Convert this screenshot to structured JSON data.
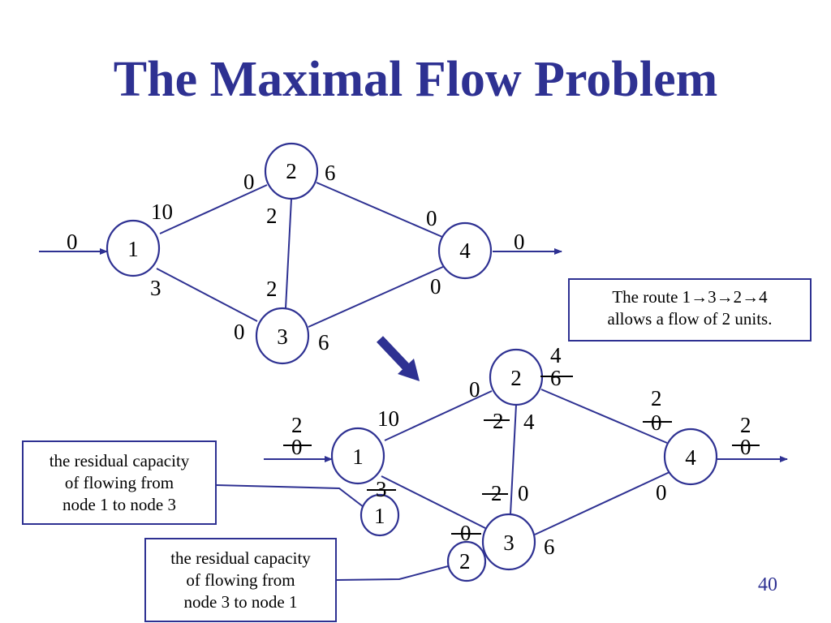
{
  "title": "The Maximal Flow Problem",
  "page_number": "40",
  "route_callout": {
    "line1": "The route 1→3→2→4",
    "line2": "allows a flow of 2 units."
  },
  "residual_callout_13": {
    "line1": "the residual capacity",
    "line2": "of flowing from",
    "line3": "node 1 to node 3"
  },
  "residual_callout_31": {
    "line1": "the residual capacity",
    "line2": "of flowing from",
    "line3": "node 3 to node 1"
  },
  "top_network": {
    "nodes": {
      "n1": "1",
      "n2": "2",
      "n3": "3",
      "n4": "4"
    },
    "labels": {
      "source_in": "0",
      "sink_out": "0",
      "e12_at1": "10",
      "e12_at2": "0",
      "e13_at1": "3",
      "e13_at3": "0",
      "e23_at2": "2",
      "e23_at3": "2",
      "e24_at2": "6",
      "e24_at4": "0",
      "e34_at3": "6",
      "e34_at4": "0"
    }
  },
  "bottom_network": {
    "nodes": {
      "n1": "1",
      "n2": "2",
      "n3": "3",
      "n4": "4"
    },
    "labels": {
      "source_in_old": "0",
      "source_in_new": "2",
      "sink_out_old": "0",
      "sink_out_new": "2",
      "e12_at1": "10",
      "e12_at2": "0",
      "e13_at1_old": "3",
      "e13_at1_new": "1",
      "e13_at3_old": "0",
      "e13_at3_new": "2",
      "e23_at2_old": "2",
      "e23_at2_new": "4",
      "e23_at3_old": "2",
      "e23_at3_new": "0",
      "e24_at2_old": "6",
      "e24_at2_new": "4",
      "e24_at4_old": "0",
      "e24_at4_new": "2",
      "e34_at3": "6",
      "e34_at4": "0"
    }
  },
  "colors": {
    "title": "#2E3192",
    "edges": "#2E3192",
    "text": "#000000"
  }
}
